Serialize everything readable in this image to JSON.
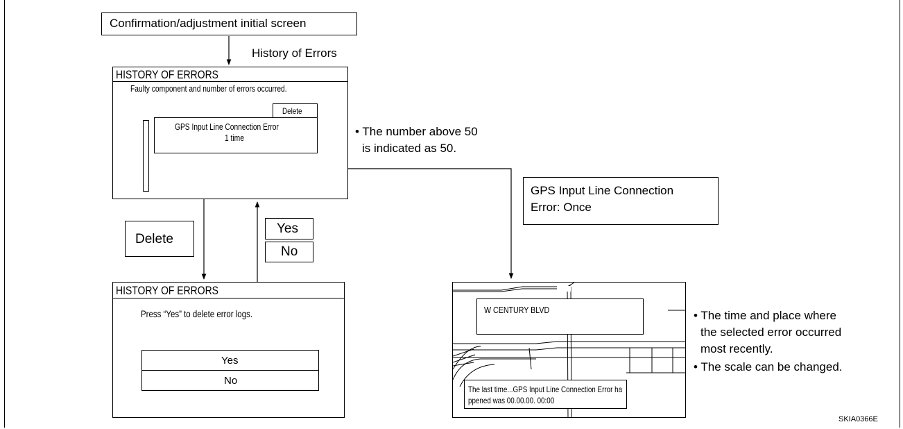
{
  "start_box": "Confirmation/adjustment initial screen",
  "history_label": "History of Errors",
  "screen1": {
    "title": "HISTORY OF ERRORS",
    "subtitle": "Faulty component and number of errors occurred.",
    "delete_button": "Delete",
    "entry_line1": "GPS Input Line Connection Error",
    "entry_line2": "1 time"
  },
  "note_50": {
    "line1": "• The number above 50",
    "line2": "is indicated as 50."
  },
  "delete_action": "Delete",
  "yes_action": "Yes",
  "no_action": "No",
  "screen2": {
    "title": "HISTORY OF ERRORS",
    "message": "Press “Yes” to delete error logs.",
    "yes": "Yes",
    "no": "No"
  },
  "gps_box": {
    "line1": "GPS Input Line Connection",
    "line2": "Error: Once"
  },
  "map": {
    "street": "W CENTURY BLVD",
    "info_line1": "The last time...GPS Input Line Connection Error ha",
    "info_line2": "ppened was 00.00.00. 00:00"
  },
  "notes": {
    "time_place_1": "• The time and place where",
    "time_place_2": "the selected error occurred",
    "time_place_3": "most recently.",
    "scale": "• The scale can be changed."
  },
  "figure_id": "SKIA0366E"
}
